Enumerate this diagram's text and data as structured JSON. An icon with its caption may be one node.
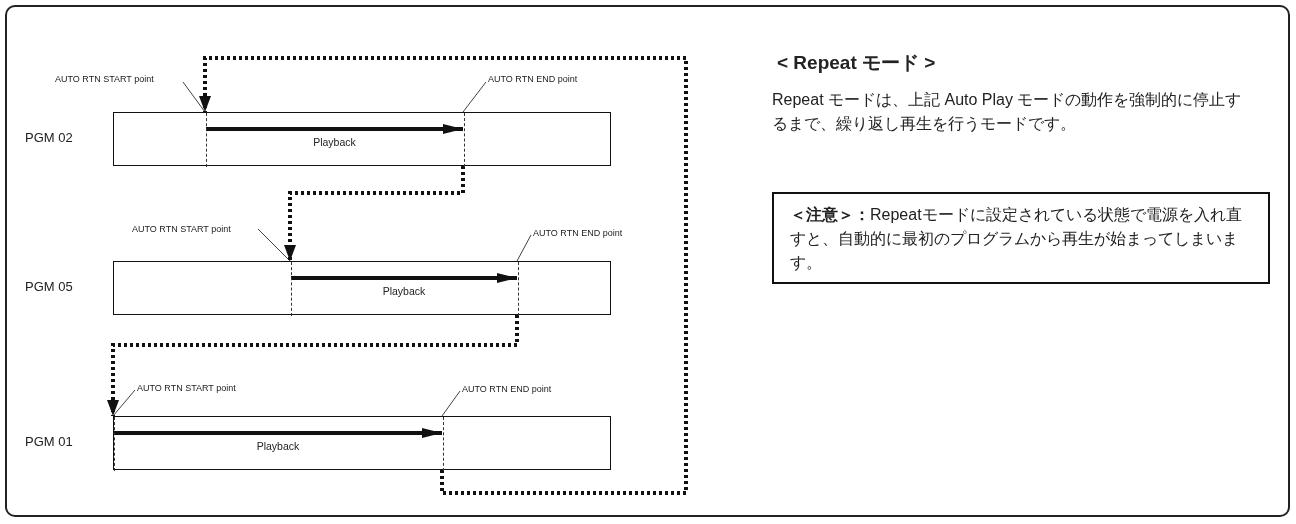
{
  "diagram": {
    "title": "< Repeat モード >",
    "nodes": [
      {
        "text": [
          "PGM 02"
        ]
      },
      {
        "text": [],
        "shape": "line",
        "in": 0
      },
      {
        "text": [],
        "shape": "line",
        "in": 0
      },
      {
        "text": [
          "AUTO RTN START point"
        ]
      },
      {
        "text": [
          "AUTO RTN END point"
        ]
      },
      {
        "text": [
          "PGM 05"
        ]
      },
      {
        "text": [],
        "shape": "line",
        "in": 5
      },
      {
        "text": [],
        "shape": "line",
        "in": 5
      },
      {
        "text": [
          "AUTO RTN START point"
        ]
      },
      {
        "text": [
          "AUTO RTN END point"
        ]
      },
      {
        "text": [
          "PGM 01"
        ]
      },
      {
        "text": [],
        "shape": "line",
        "in": 10
      },
      {
        "text": [],
        "shape": "line",
        "in": 10
      },
      {
        "text": [
          "AUTO RTN START point"
        ]
      },
      {
        "text": [
          "AUTO RTN END point"
        ]
      },
      {
        "text": [
          "**＜注意＞：**Repeatモードに設定されている状態で電源を入れ直すと、自動的に最初のプログラムから再生が始まってしまいます。"
        ]
      }
    ],
    "edges": [
      {
        "from": 3,
        "to": 1,
        "arrow": "none"
      },
      {
        "from": 4,
        "to": 2,
        "arrow": "none"
      },
      {
        "from": 1,
        "to": 2,
        "arrow": "to",
        "label": "Playback",
        "style": "thick"
      },
      {
        "from": 2,
        "to": 6,
        "arrow": "to",
        "style": "dashed"
      },
      {
        "from": 8,
        "to": 6,
        "arrow": "none"
      },
      {
        "from": 9,
        "to": 7,
        "arrow": "none"
      },
      {
        "from": 6,
        "to": 7,
        "arrow": "to",
        "label": "Playback",
        "style": "thick"
      },
      {
        "from": 7,
        "to": 11,
        "arrow": "to",
        "style": "dashed"
      },
      {
        "from": 13,
        "to": 11,
        "arrow": "none"
      },
      {
        "from": 14,
        "to": 12,
        "arrow": "none"
      },
      {
        "from": 11,
        "to": 12,
        "arrow": "to",
        "label": "Playback",
        "style": "thick"
      },
      {
        "from": 12,
        "to": 1,
        "arrow": "to",
        "style": "dashed"
      }
    ],
    "labels": [
      "Repeat モードは、上記 Auto Play モードの動作を強制的に停止するまで、繰り返し再生を行うモードです。"
    ]
  }
}
